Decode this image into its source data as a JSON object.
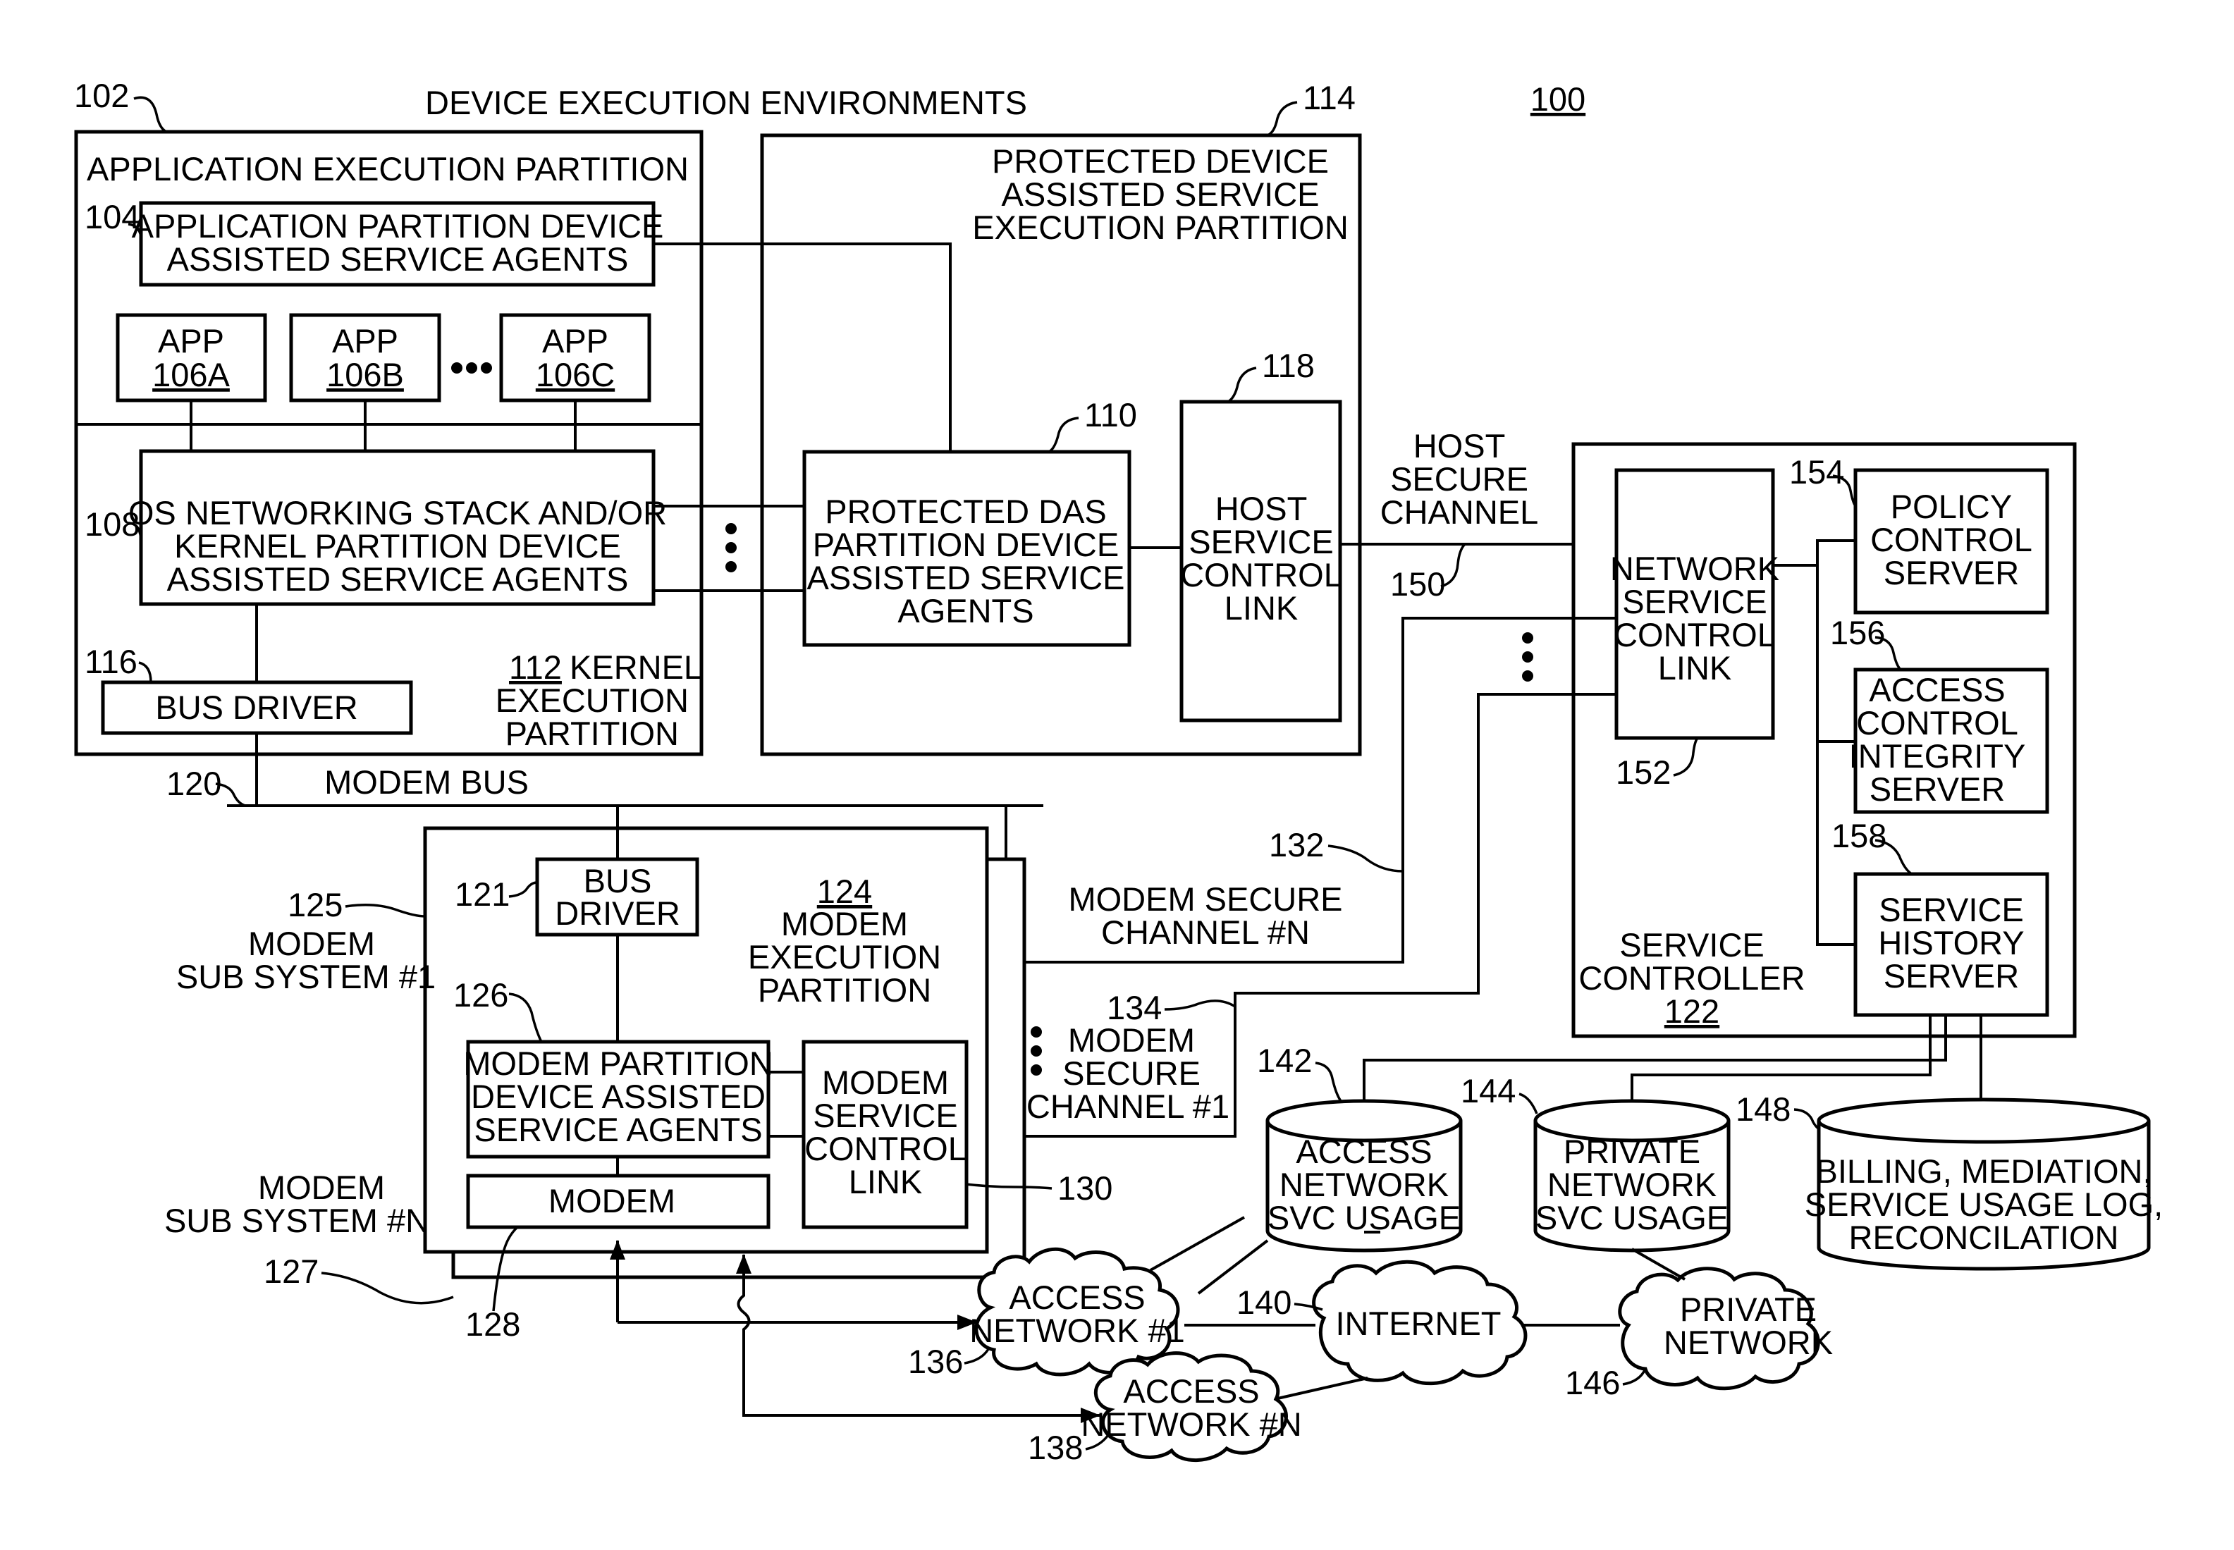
{
  "figure_number": "100",
  "title": "DEVICE EXECUTION ENVIRONMENTS",
  "app_partition": {
    "ref": "102",
    "title": "APPLICATION EXECUTION PARTITION",
    "agents": {
      "ref": "104",
      "line1": "APPLICATION PARTITION DEVICE",
      "line2": "ASSISTED SERVICE AGENTS"
    },
    "apps": [
      {
        "label": "APP",
        "ref": "106A"
      },
      {
        "label": "APP",
        "ref": "106B"
      },
      {
        "label": "APP",
        "ref": "106C"
      }
    ],
    "os_stack": {
      "ref": "108",
      "line1": "OS NETWORKING STACK AND/OR",
      "line2": "KERNEL PARTITION DEVICE",
      "line3": "ASSISTED SERVICE AGENTS"
    },
    "bus_driver": {
      "ref": "116",
      "label": "BUS DRIVER"
    },
    "kernel": {
      "ref": "112",
      "line1": "KERNEL",
      "line2": "EXECUTION",
      "line3": "PARTITION"
    }
  },
  "protected_partition": {
    "ref": "114",
    "line1": "PROTECTED DEVICE",
    "line2": "ASSISTED SERVICE",
    "line3": "EXECUTION PARTITION",
    "das_agents": {
      "ref": "110",
      "line1": "PROTECTED DAS",
      "line2": "PARTITION DEVICE",
      "line3": "ASSISTED SERVICE",
      "line4": "AGENTS"
    },
    "host_link": {
      "ref": "118",
      "line1": "HOST",
      "line2": "SERVICE",
      "line3": "CONTROL",
      "line4": "LINK"
    }
  },
  "host_channel": {
    "ref": "150",
    "line1": "HOST",
    "line2": "SECURE",
    "line3": "CHANNEL"
  },
  "service_controller": {
    "ref": "122",
    "line1": "SERVICE",
    "line2": "CONTROLLER",
    "network_link": {
      "ref": "152",
      "line1": "NETWORK",
      "line2": "SERVICE",
      "line3": "CONTROL",
      "line4": "LINK"
    },
    "policy_server": {
      "ref": "154",
      "line1": "POLICY",
      "line2": "CONTROL",
      "line3": "SERVER"
    },
    "access_server": {
      "ref": "156",
      "line1": "ACCESS",
      "line2": "CONTROL",
      "line3": "INTEGRITY",
      "line4": "SERVER"
    },
    "history_server": {
      "ref": "158",
      "line1": "SERVICE",
      "line2": "HISTORY",
      "line3": "SERVER"
    }
  },
  "modem_bus": {
    "ref": "120",
    "label": "MODEM BUS"
  },
  "modem_subsystem": {
    "ref1": "125",
    "ref_n": "127",
    "sub1_line1": "MODEM",
    "sub1_line2": "SUB SYSTEM #1",
    "subn_line1": "MODEM",
    "subn_line2": "SUB SYSTEM #N",
    "bus_driver": {
      "ref": "121",
      "line1": "BUS",
      "line2": "DRIVER"
    },
    "execution": {
      "ref": "124",
      "line1": "MODEM",
      "line2": "EXECUTION",
      "line3": "PARTITION"
    },
    "agents": {
      "ref": "126",
      "line1": "MODEM PARTITION",
      "line2": "DEVICE ASSISTED",
      "line3": "SERVICE AGENTS"
    },
    "modem": {
      "ref": "128",
      "label": "MODEM"
    },
    "control_link": {
      "ref": "130",
      "line1": "MODEM",
      "line2": "SERVICE",
      "line3": "CONTROL",
      "line4": "LINK"
    }
  },
  "modem_channel_n": {
    "ref": "132",
    "line1": "MODEM SECURE",
    "line2": "CHANNEL #N"
  },
  "modem_channel_1": {
    "ref": "134",
    "line1": "MODEM",
    "line2": "SECURE",
    "line3": "CHANNEL #1"
  },
  "networks": {
    "access1": {
      "ref": "136",
      "line1": "ACCESS",
      "line2": "NETWORK #1"
    },
    "accessn": {
      "ref": "138",
      "line1": "ACCESS",
      "line2": "NETWORK #N"
    },
    "internet": {
      "ref": "140",
      "label": "INTERNET"
    },
    "private": {
      "ref": "146",
      "line1": "PRIVATE",
      "line2": "NETWORK"
    }
  },
  "databases": {
    "access_usage": {
      "ref": "142",
      "line1": "ACCESS",
      "line2": "NETWORK",
      "line3": "SVC USAGE"
    },
    "private_usage": {
      "ref": "144",
      "line1": "PRIVATE",
      "line2": "NETWORK",
      "line3": "SVC USAGE"
    },
    "billing": {
      "ref": "148",
      "line1": "BILLING, MEDIATION,",
      "line2": "SERVICE USAGE LOG,",
      "line3": "RECONCILATION"
    }
  }
}
